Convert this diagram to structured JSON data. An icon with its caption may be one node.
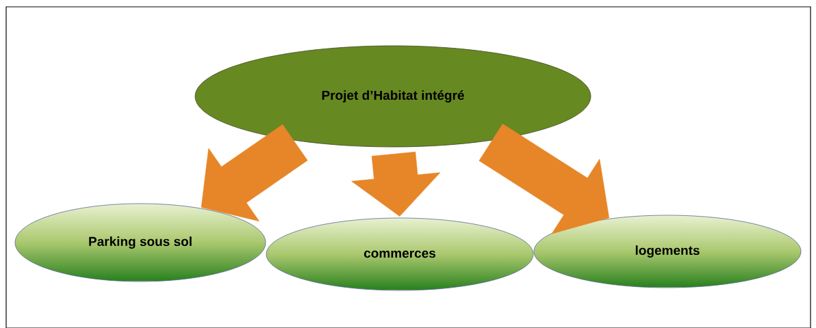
{
  "diagram": {
    "nodes": [
      {
        "text": [
          "Projet d’Habitat intégré"
        ]
      },
      {
        "text": [
          "Parking sous sol"
        ]
      },
      {
        "text": [
          "commerces"
        ]
      },
      {
        "text": [
          "logements"
        ]
      }
    ],
    "edges": [
      {
        "from": 0,
        "to": 1,
        "arrow": "to"
      },
      {
        "from": 0,
        "to": 2,
        "arrow": "to"
      },
      {
        "from": 0,
        "to": 3,
        "arrow": "to"
      }
    ]
  }
}
